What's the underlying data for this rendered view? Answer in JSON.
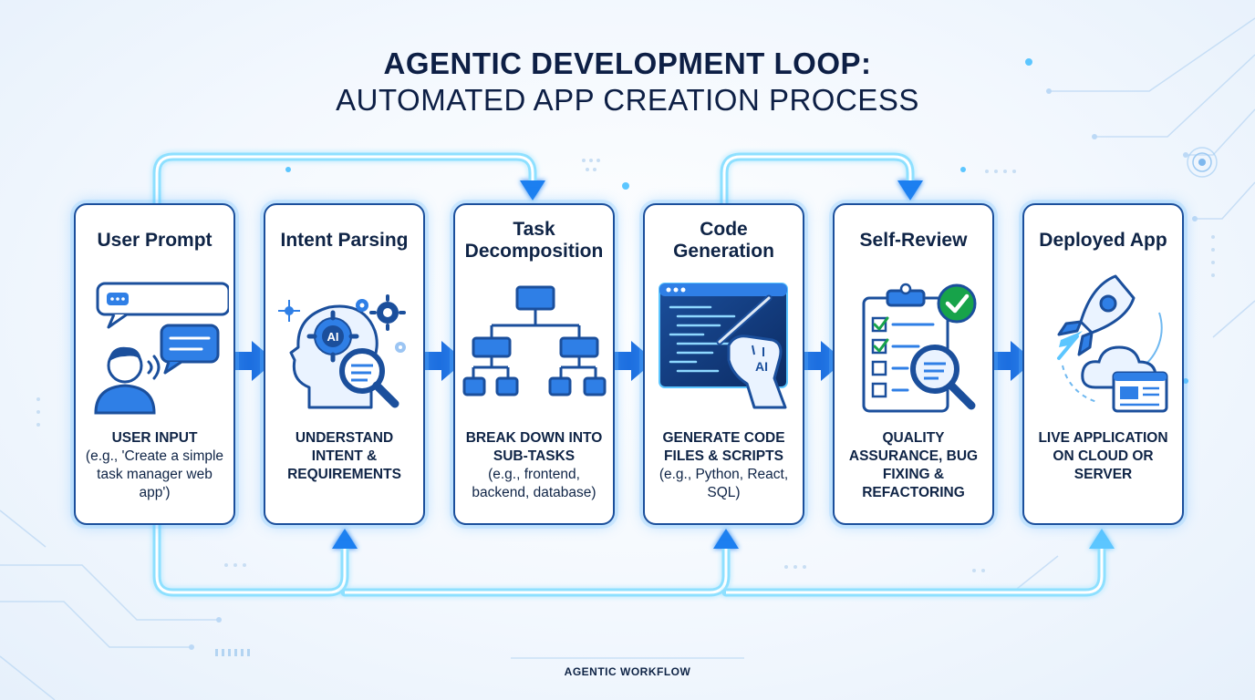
{
  "title": {
    "line1": "AGENTIC DEVELOPMENT LOOP:",
    "line2": "AUTOMATED APP CREATION PROCESS"
  },
  "accent_color": "#1b6fe0",
  "glow_color": "#4fc3ff",
  "steps": [
    {
      "title": "User Prompt",
      "icon": "user-chat-icon",
      "desc_main": "USER INPUT",
      "desc_sub": "(e.g., 'Create a simple task manager web app')"
    },
    {
      "title": "Intent Parsing",
      "icon": "ai-head-gears-icon",
      "desc_main": "UNDERSTAND INTENT & REQUIREMENTS",
      "desc_sub": ""
    },
    {
      "title": "Task\nDecomposition",
      "icon": "hierarchy-tree-icon",
      "desc_main": "BREAK DOWN INTO SUB-TASKS",
      "desc_sub": "(e.g., frontend, backend, database)"
    },
    {
      "title": "Code\nGeneration",
      "icon": "code-editor-ai-hand-icon",
      "desc_main": "GENERATE CODE FILES & SCRIPTS",
      "desc_sub": "(e.g., Python, React, SQL)"
    },
    {
      "title": "Self-Review",
      "icon": "checklist-magnifier-icon",
      "desc_main": "QUALITY ASSURANCE, BUG FIXING & REFACTORING",
      "desc_sub": ""
    },
    {
      "title": "Deployed App",
      "icon": "rocket-cloud-icon",
      "desc_main": "LIVE APPLICATION ON CLOUD or SERVER",
      "desc_sub": ""
    }
  ],
  "footer": {
    "label": "AGENTIC WORKFLOW"
  }
}
